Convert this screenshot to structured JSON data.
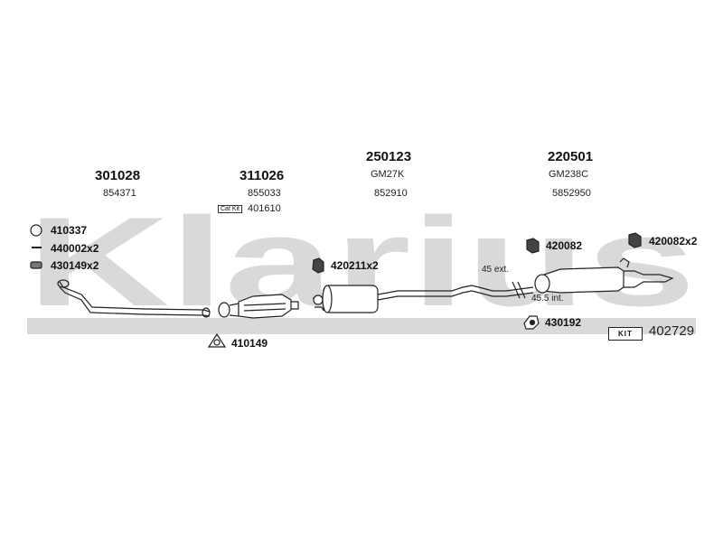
{
  "watermark": {
    "text": "Klarius"
  },
  "parts": {
    "p301028": {
      "number": "301028",
      "ref": "854371"
    },
    "p311026": {
      "number": "311026",
      "ref": "855033",
      "catkit_label": "Cat Kit",
      "catkit_ref": "401610"
    },
    "p250123": {
      "number": "250123",
      "code": "GM27K",
      "ref": "852910"
    },
    "p220501": {
      "number": "220501",
      "code": "GM238C",
      "ref": "5852950"
    }
  },
  "fittings": {
    "f410337": "410337",
    "f440002": "440002x2",
    "f430149": "430149x2",
    "f420211": "420211x2",
    "f410149": "410149",
    "f420082": "420082",
    "f420082x2": "420082x2",
    "f430192": "430192"
  },
  "annotations": {
    "ext": "45 ext.",
    "int": "45.5 int."
  },
  "kit": {
    "label": "KIT",
    "number": "402729"
  }
}
